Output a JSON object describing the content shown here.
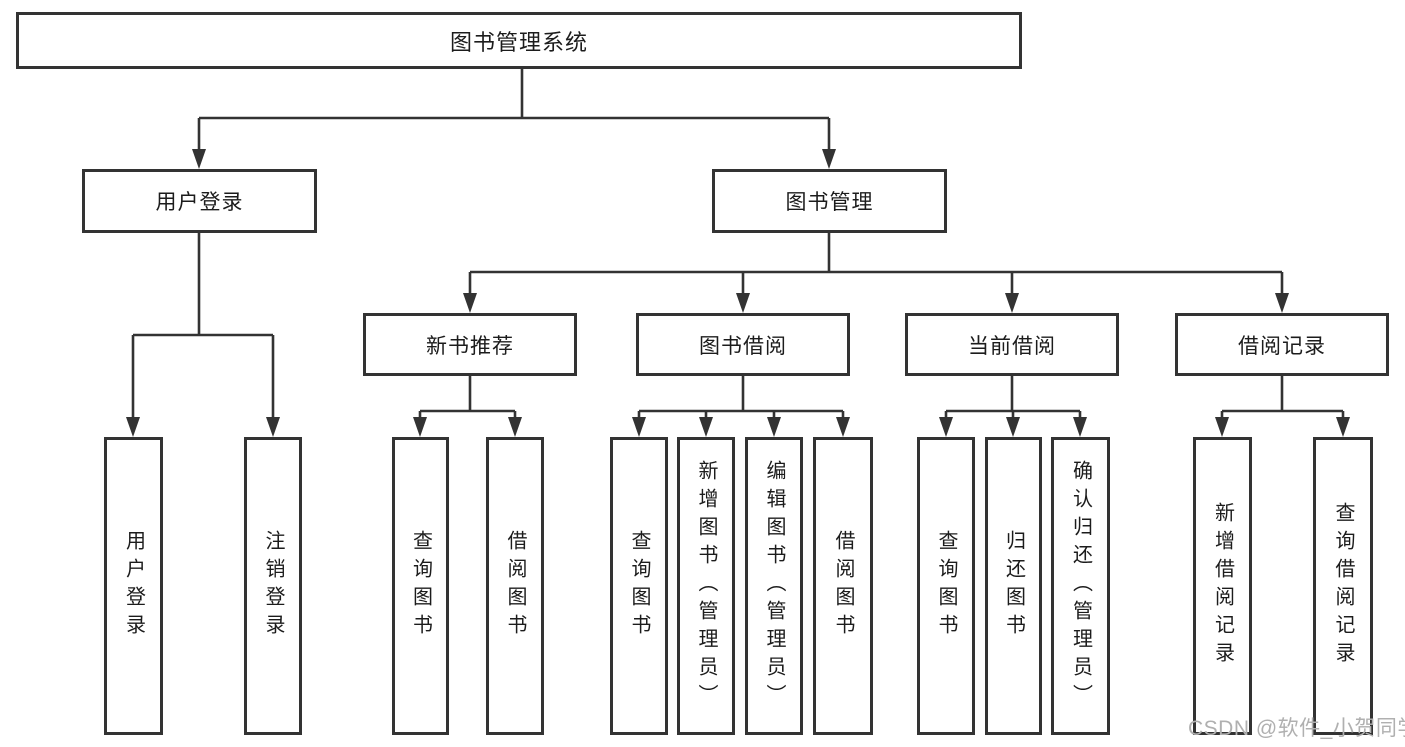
{
  "diagram": {
    "root": {
      "label": "图书管理系统"
    },
    "branches": [
      {
        "label": "用户登录",
        "children": [
          {
            "label": "用户登录"
          },
          {
            "label": "注销登录"
          }
        ]
      },
      {
        "label": "图书管理",
        "children": [
          {
            "label": "新书推荐",
            "children": [
              {
                "label": "查询图书"
              },
              {
                "label": "借阅图书"
              }
            ]
          },
          {
            "label": "图书借阅",
            "children": [
              {
                "label": "查询图书"
              },
              {
                "label": "新增图书（管理员）"
              },
              {
                "label": "编辑图书（管理员）"
              },
              {
                "label": "借阅图书"
              }
            ]
          },
          {
            "label": "当前借阅",
            "children": [
              {
                "label": "查询图书"
              },
              {
                "label": "归还图书"
              },
              {
                "label": "确认归还（管理员）"
              }
            ]
          },
          {
            "label": "借阅记录",
            "children": [
              {
                "label": "新增借阅记录"
              },
              {
                "label": "查询借阅记录"
              }
            ]
          }
        ]
      }
    ]
  },
  "watermark": {
    "text": "CSDN @软件_小贺同学"
  },
  "colors": {
    "line": "#333333",
    "text": "#1c1c1c",
    "background": "#ffffff",
    "watermark": "#b0b0b0"
  }
}
